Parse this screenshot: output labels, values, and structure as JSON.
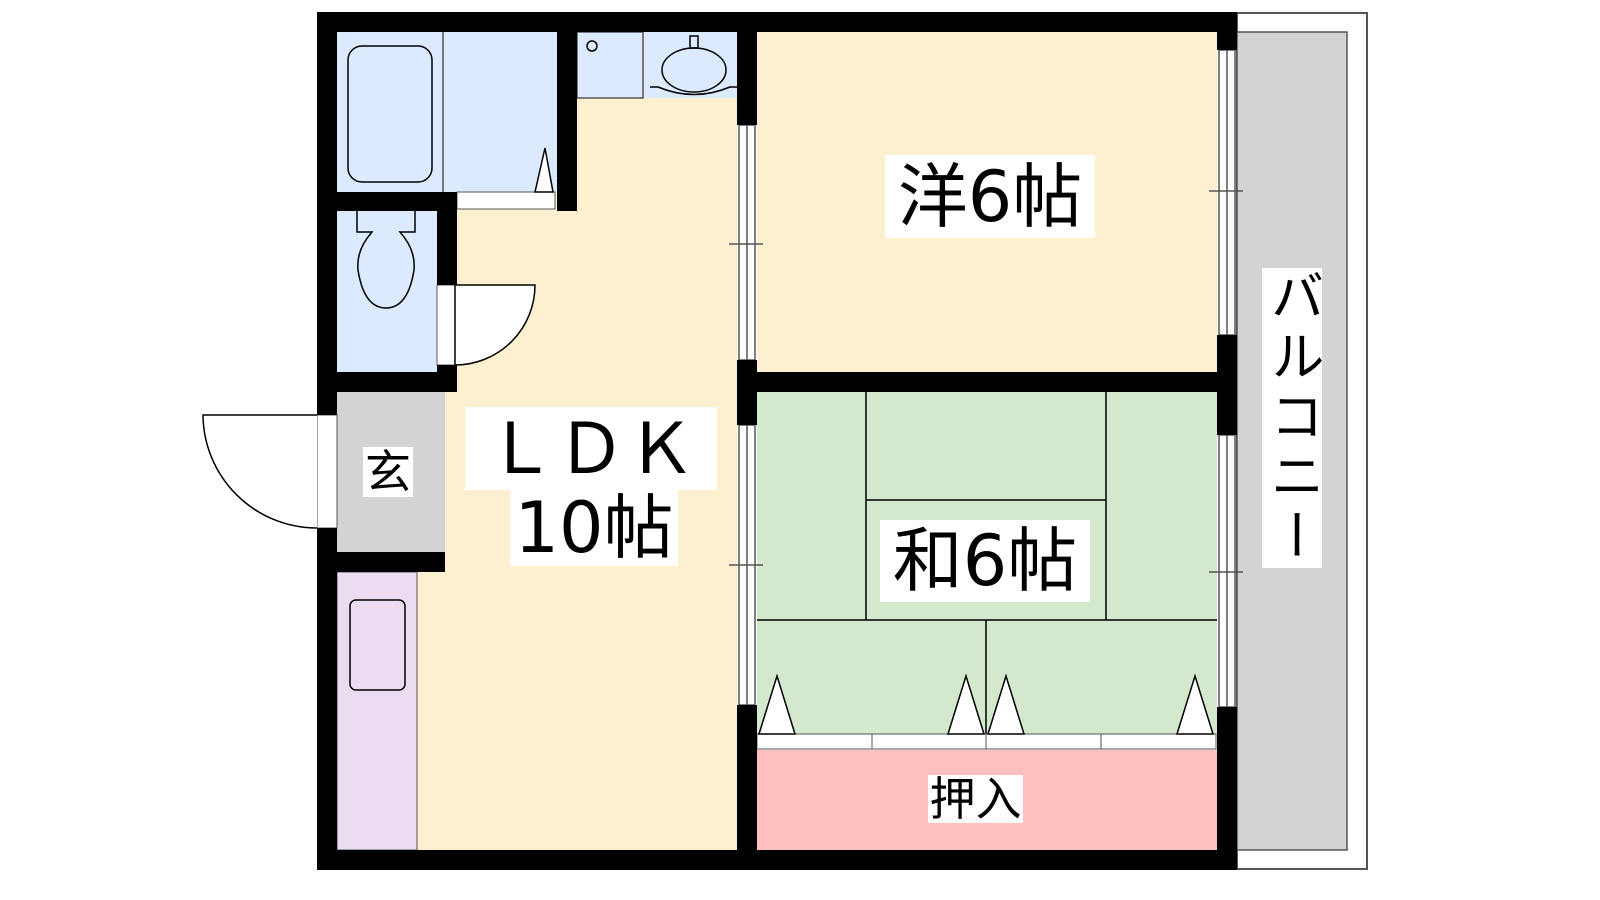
{
  "rooms": {
    "western": "洋6帖",
    "ldk": "ＬＤＫ",
    "ldk_size": "10帖",
    "japanese": "和6帖",
    "closet": "押入",
    "entrance": "玄",
    "balcony": "バルコニー"
  },
  "colors": {
    "ldk": "#fdf0d0",
    "wet": "#dbeafe",
    "tatami": "#d3e8cc",
    "closet": "#ffbfbf",
    "storage": "#ecdcf2",
    "balcony": "#d3d3d3",
    "wall": "#000000"
  }
}
